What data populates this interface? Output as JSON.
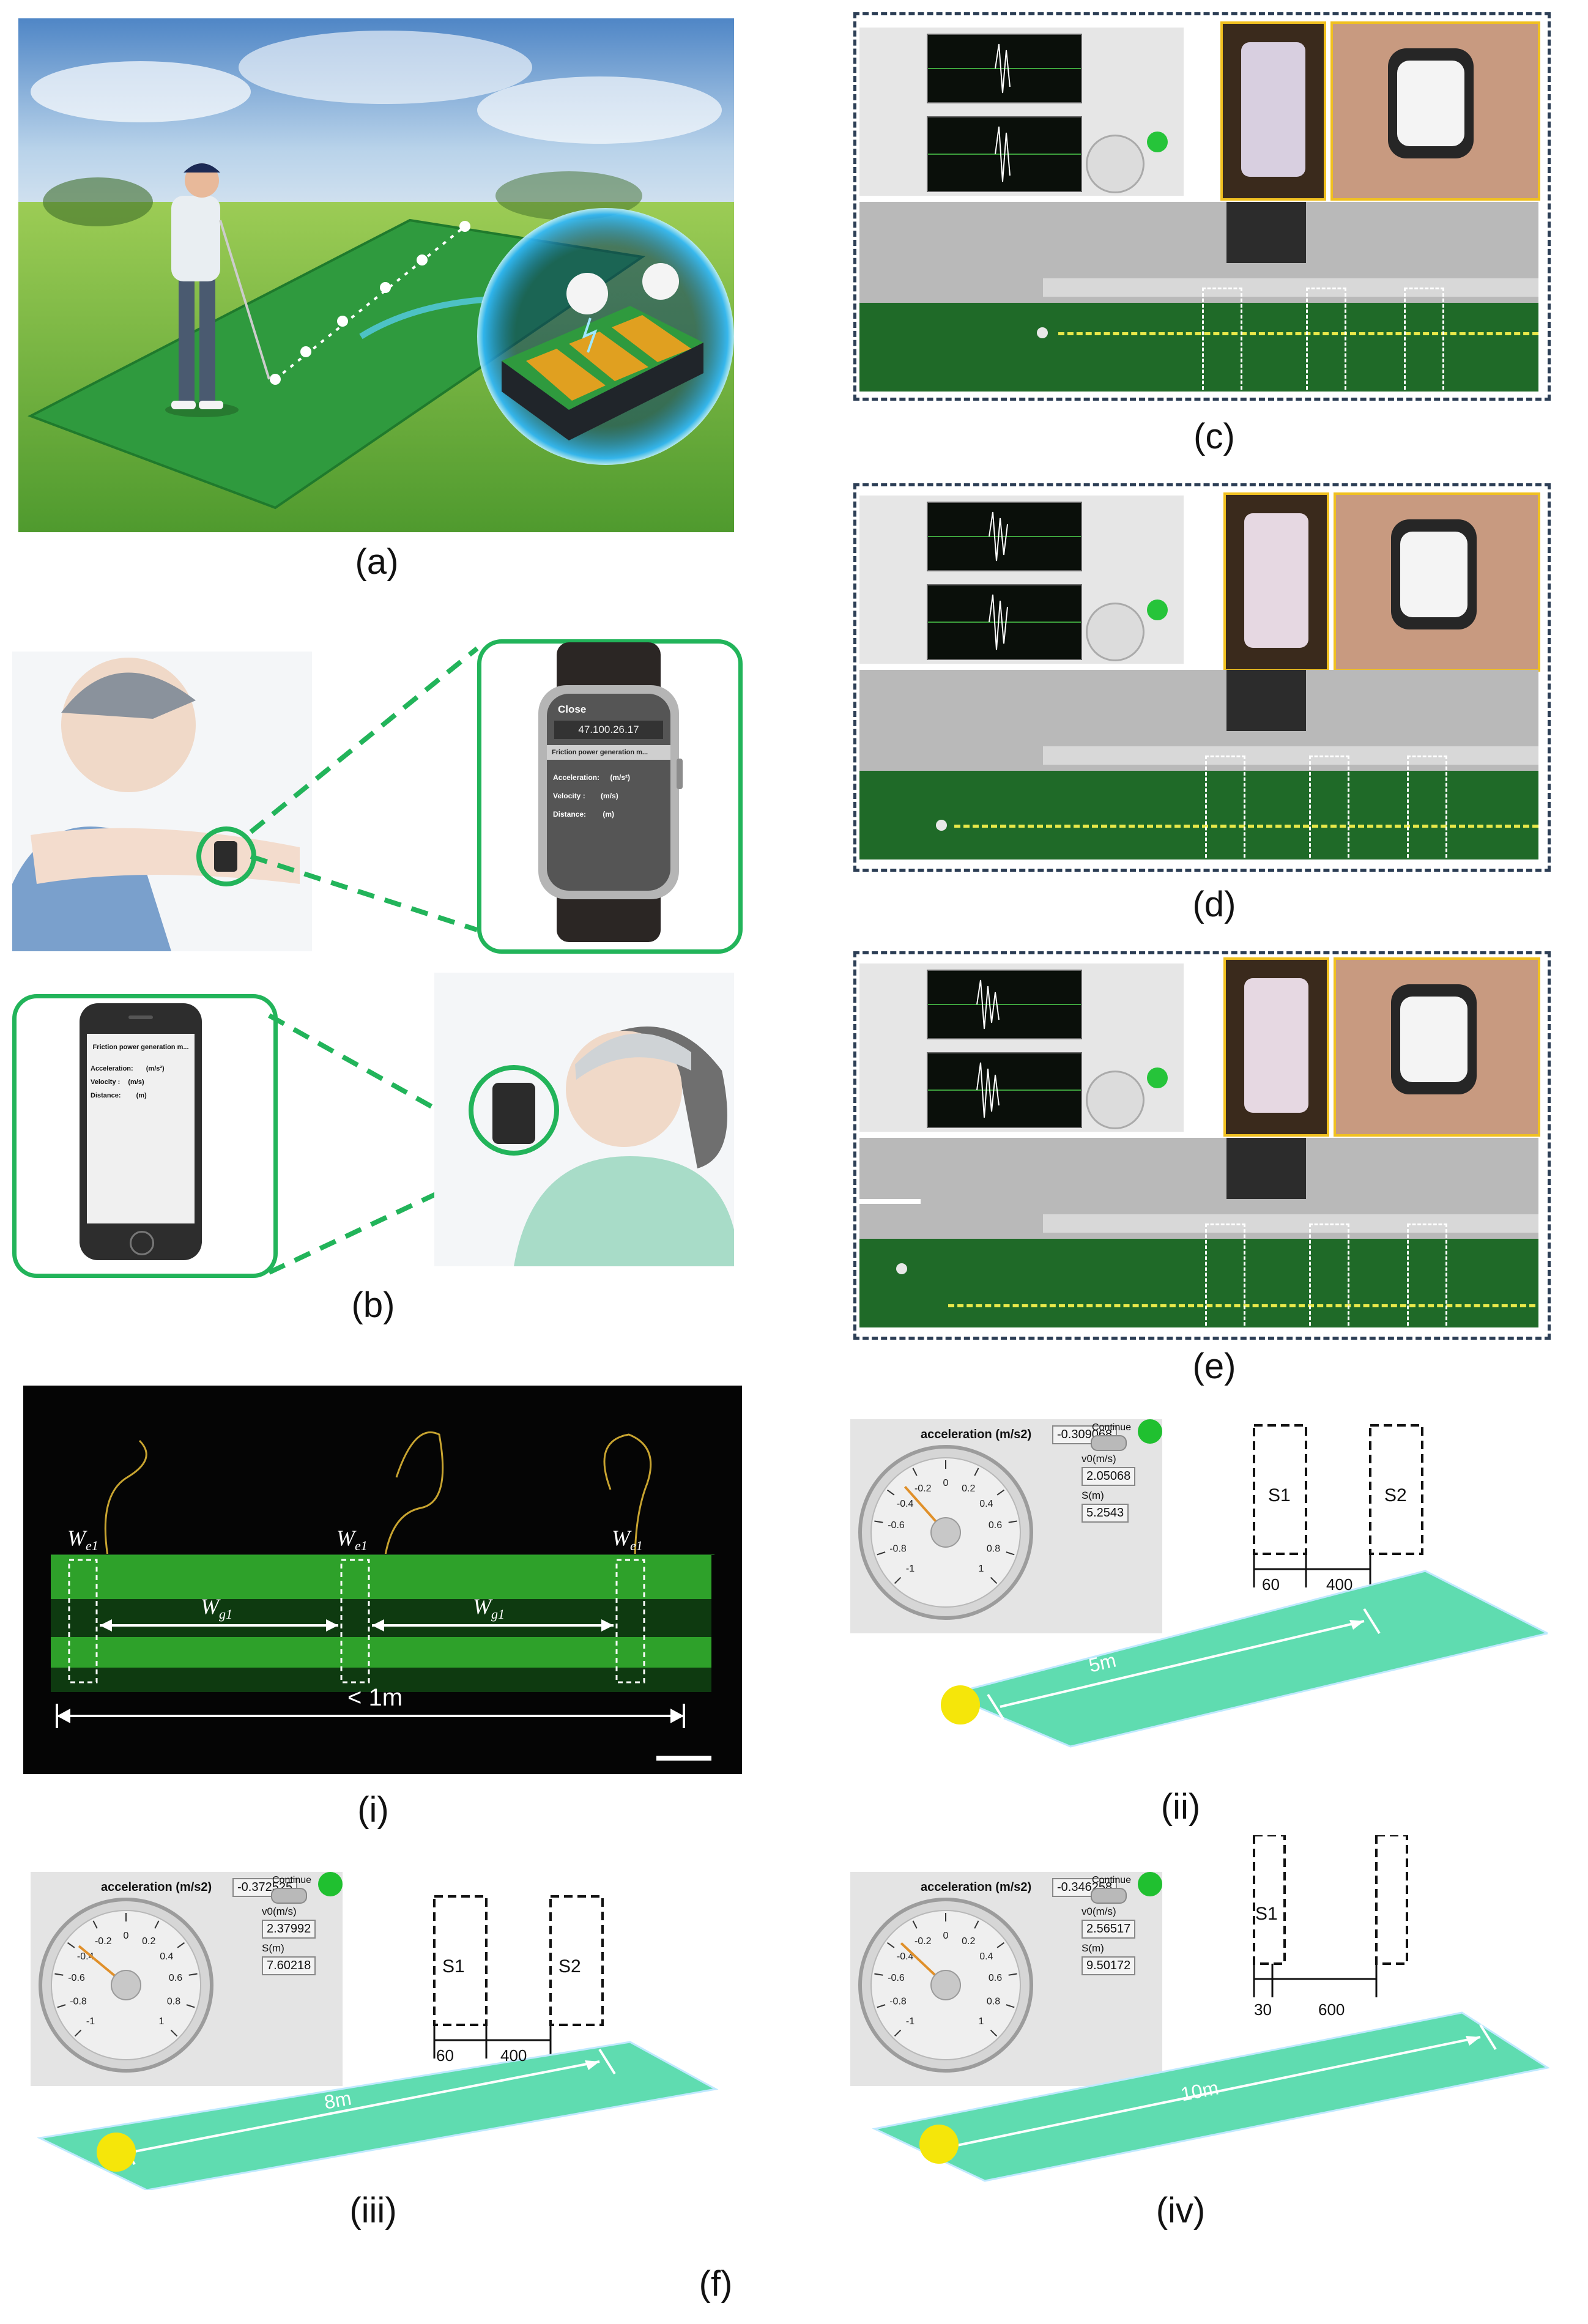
{
  "captions": {
    "a": "(a)",
    "b": "(b)",
    "c": "(c)",
    "d": "(d)",
    "e": "(e)",
    "f": "(f)",
    "i": "(i)",
    "ii": "(ii)",
    "iii": "(iii)",
    "iv": "(iv)"
  },
  "watch": {
    "close": "Close",
    "ip": "47.100.26.17",
    "app_title": "Friction power generation m...",
    "acc_label": "Acceleration:",
    "acc_unit": "(m/s²)",
    "vel_label": "Velocity :",
    "vel_unit": "(m/s)",
    "dist_label": "Distance:",
    "dist_unit": "(m)"
  },
  "phone": {
    "app_title": "Friction power generation m...",
    "acc_label": "Acceleration:",
    "acc_unit": "(m/s²)",
    "vel_label": "Velocity :",
    "vel_unit": "(m/s)",
    "dist_label": "Distance:",
    "dist_unit": "(m)"
  },
  "electrode": {
    "we_label": "W",
    "we_sub": "e1",
    "wg_label": "W",
    "wg_sub": "g1",
    "length_label": "< 1m"
  },
  "panel_ii": {
    "acc_title": "acceleration (m/s2)",
    "acc_value": "-0.309068",
    "continue": "Continue",
    "v0_label": "v0(m/s)",
    "v0_value": "2.05068",
    "s_label": "S(m)",
    "s_value": "5.2543",
    "s1": "S1",
    "s2": "S2",
    "dim_a": "60",
    "dim_b": "400",
    "track_label": "5m"
  },
  "panel_iii": {
    "acc_title": "acceleration (m/s2)",
    "acc_value": "-0.372525",
    "continue": "Continue",
    "v0_label": "v0(m/s)",
    "v0_value": "2.37992",
    "s_label": "S(m)",
    "s_value": "7.60218",
    "s1": "S1",
    "s2": "S2",
    "dim_a": "60",
    "dim_b": "400",
    "track_label": "8m"
  },
  "panel_iv": {
    "acc_title": "acceleration (m/s2)",
    "acc_value": "-0.346258",
    "continue": "Continue",
    "v0_label": "v0(m/s)",
    "v0_value": "2.56517",
    "s_label": "S(m)",
    "s_value": "9.50172",
    "s1": "S1",
    "dim_a": "30",
    "dim_b": "600",
    "track_label": "10m"
  },
  "gauge_ticks": [
    "-1",
    "-0.8",
    "-0.6",
    "-0.4",
    "-0.2",
    "0",
    "0.2",
    "0.4",
    "0.6",
    "0.8",
    "1"
  ],
  "colors": {
    "track": "#5fdcb0",
    "ball": "#f5e60a",
    "frame": "#2c3e55",
    "highlight_green": "#22b45a",
    "dashed_yellow": "#e8e84a"
  }
}
